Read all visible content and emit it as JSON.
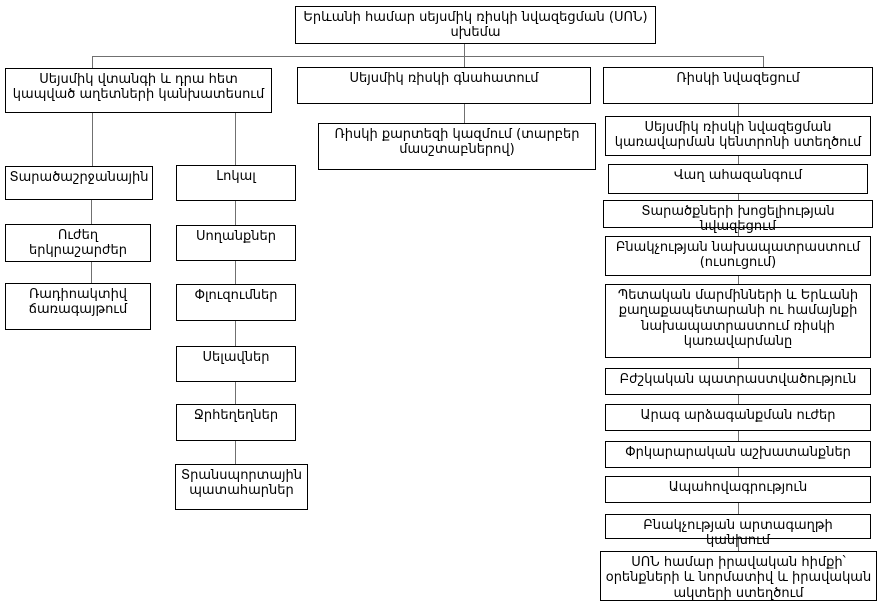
{
  "diagram": {
    "title": "Երևանի համար սեյսմիկ ռիսկի նվազեցման (ՍՈՆ) սխեմա",
    "columns": {
      "forecast": {
        "header": "Սեյսմիկ վտանգի և դրա հետ կապված աղետների կանխատեսում",
        "regional_items": [
          "Տարածաշրջանային",
          "Ուժեղ երկրաշարժեր",
          "Ռադիոակտիվ ճառագայթում"
        ],
        "local_items": [
          "Լոկալ",
          "Սողանքներ",
          "Փլուզումներ",
          "Սելավներ",
          "Ջրհեղեղներ",
          "Տրանսպորտային պատահարներ"
        ]
      },
      "assessment": {
        "header": "Սեյսմիկ ռիսկի գնահատում",
        "items": [
          "Ռիսկի քարտեզի կազմում (տարբեր մասշտաբներով)"
        ]
      },
      "reduction": {
        "header": "Ռիսկի նվազեցում",
        "items": [
          "Սեյսմիկ ռիսկի նվազեցման կառավարման կենտրոնի ստեղծում",
          "Վաղ ահազանգում",
          "Տարածքների խոցելիության նվազեցում",
          "Բնակչության նախապատրաստում (ուսուցում)",
          "Պետական մարմինների և Երևանի քաղաքապետարանի ու համայնքի նախապատրաստում ռիսկի կառավարմանը",
          "Բժշկական պատրաստվածություն",
          "Արագ արձագանքման ուժեր",
          "Փրկարարական աշխատանքներ",
          "Ապահովագրություն",
          "Բնակչության արտագաղթի կանխում",
          "ՍՈՆ համար իրավական հիմքի՝ օրենքների և նորմատիվ և իրավական ակտերի ստեղծում"
        ]
      }
    },
    "colors": {
      "background": "#ffffff",
      "box_border": "#000000",
      "connector": "#707070",
      "text": "#000000"
    }
  }
}
